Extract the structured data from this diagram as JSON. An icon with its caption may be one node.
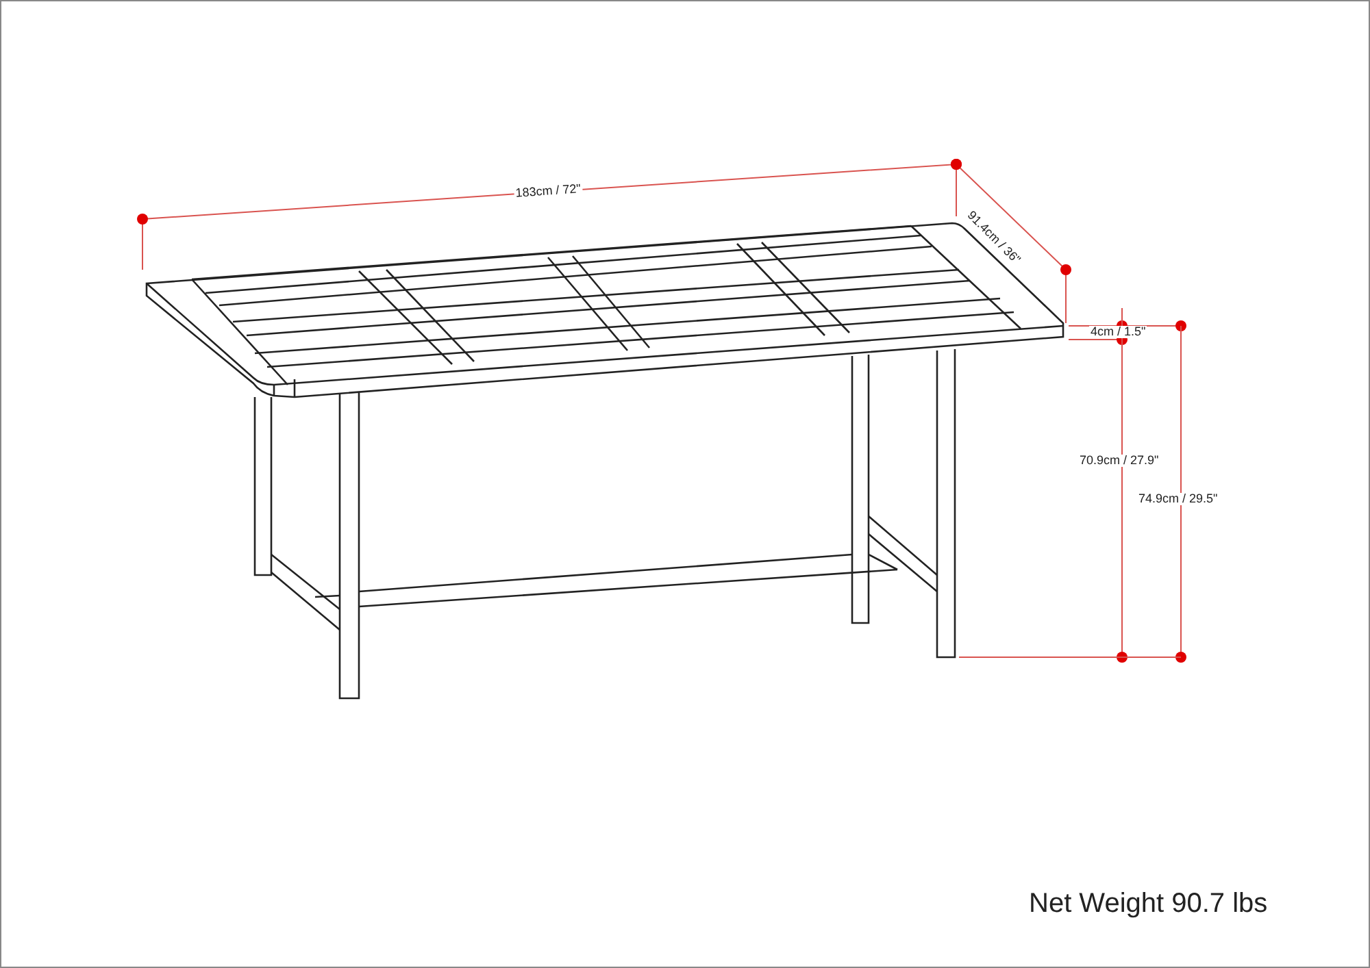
{
  "diagram": {
    "labels": [
      "183cm / 72\"",
      "91.4cm / 36\"",
      "4cm / 1.5\"",
      "70.9cm / 27.9\"",
      "74.9cm / 29.5\"",
      "Net Weight 90.7 lbs"
    ]
  }
}
